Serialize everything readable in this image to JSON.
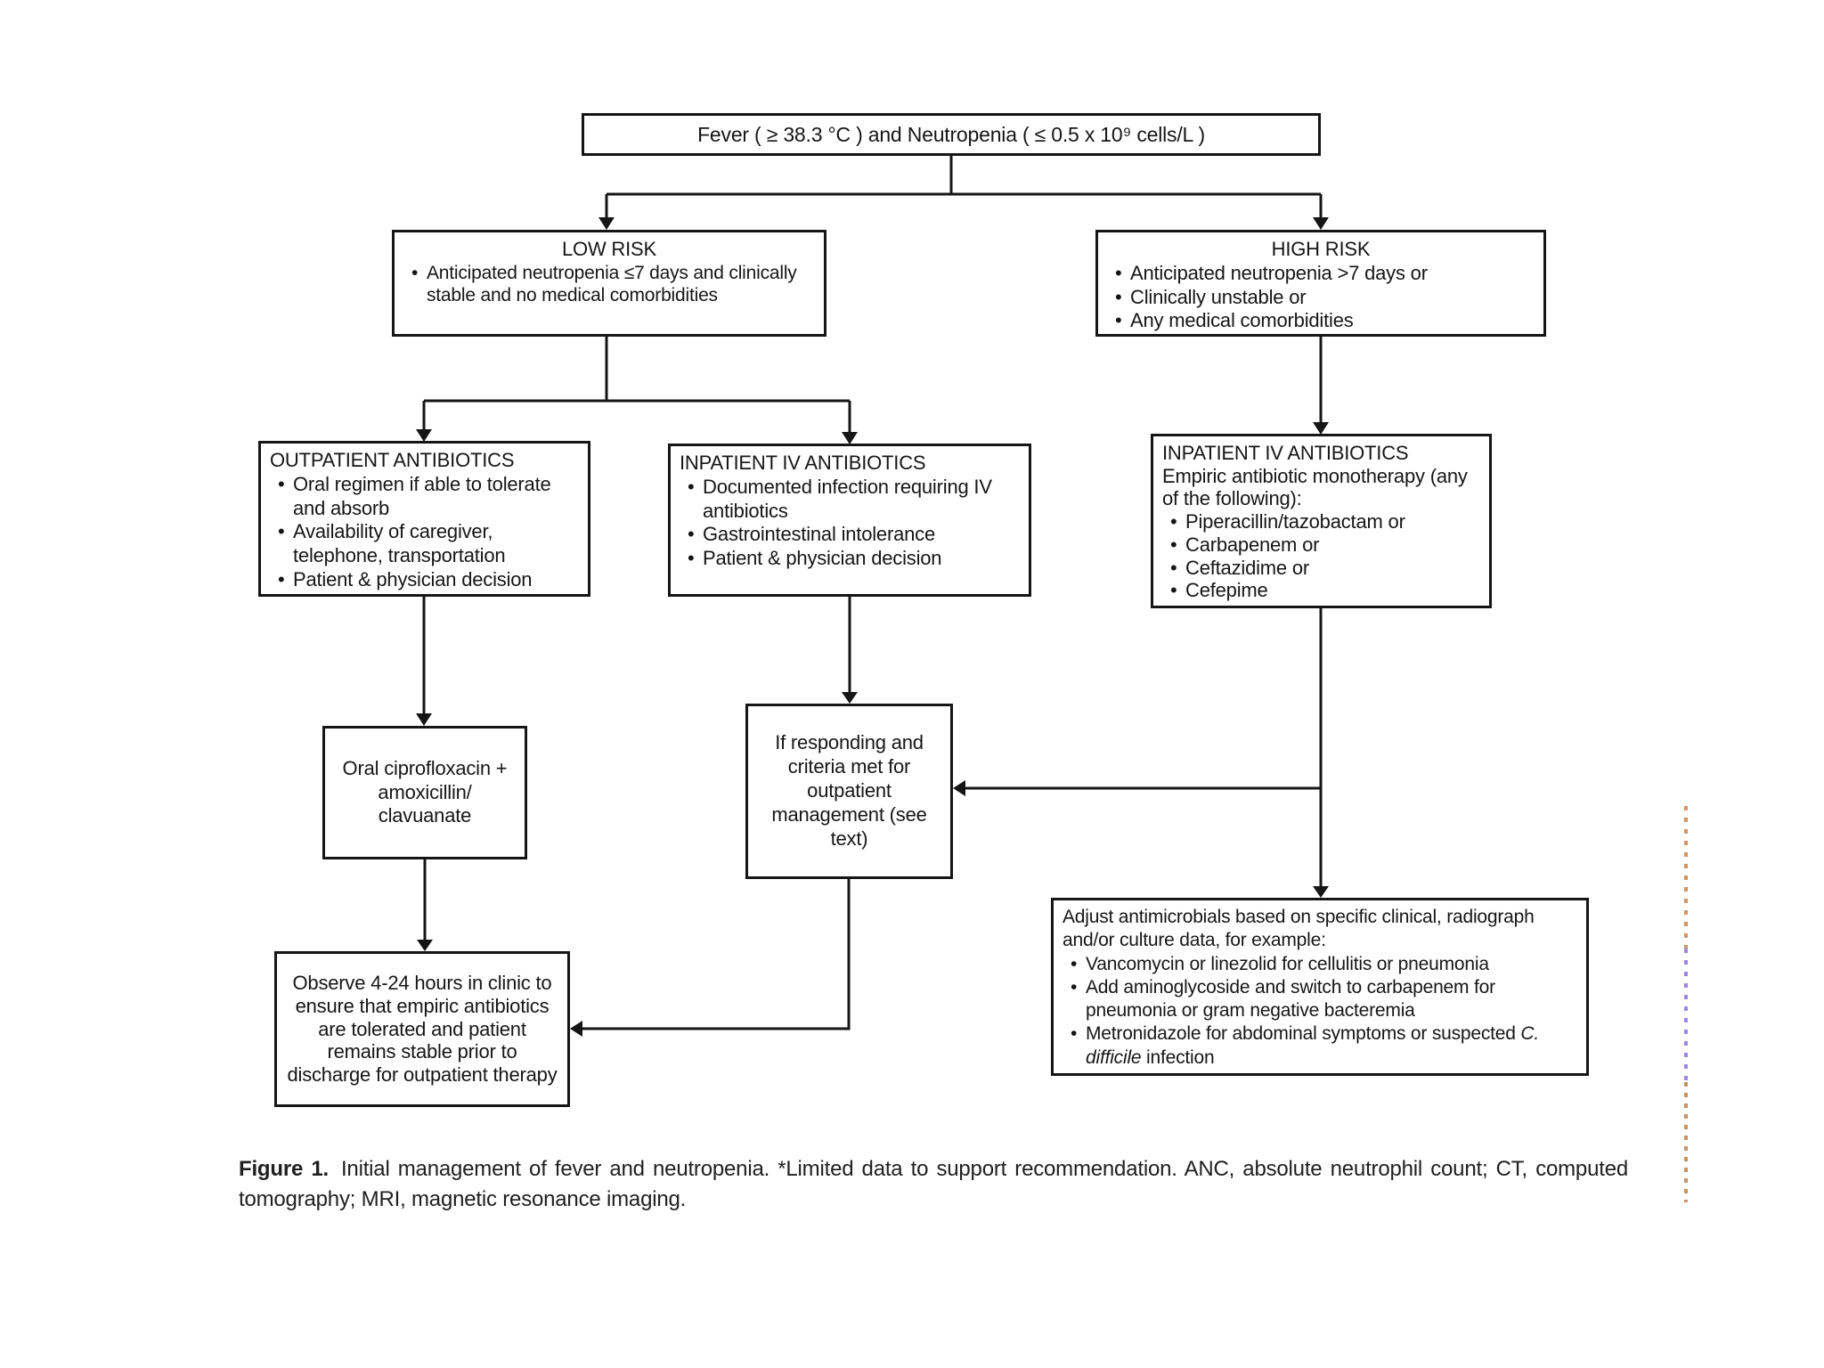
{
  "colors": {
    "ink": "#151515",
    "background": "#ffffff",
    "artifact_orange": "#c2722f",
    "artifact_purple": "#7b5fd8"
  },
  "boxes": {
    "fever": {
      "title": "Fever ( ≥ 38.3 °C ) and Neutropenia ( ≤ 0.5 x 10⁹ cells/L )"
    },
    "low_risk": {
      "title": "LOW RISK",
      "bullets": [
        "Anticipated neutropenia ≤7 days and clinically stable and no medical comorbidities"
      ]
    },
    "high_risk": {
      "title": "HIGH RISK",
      "bullets": [
        "Anticipated neutropenia >7 days or",
        "Clinically unstable or",
        "Any medical comorbidities"
      ]
    },
    "outpatient": {
      "title": "OUTPATIENT ANTIBIOTICS",
      "bullets": [
        "Oral regimen if able to tolerate and absorb",
        "Availability of caregiver, telephone, transportation",
        "Patient & physician decision"
      ]
    },
    "inpatient_low": {
      "title": "INPATIENT IV ANTIBIOTICS",
      "bullets": [
        "Documented infection requiring IV antibiotics",
        "Gastrointestinal intolerance",
        "Patient & physician decision"
      ]
    },
    "inpatient_high": {
      "title": "INPATIENT IV ANTIBIOTICS",
      "subtitle": "Empiric antibiotic monotherapy (any of the following):",
      "bullets": [
        "Piperacillin/tazobactam or",
        "Carbapenem or",
        "Ceftazidime or",
        "Cefepime"
      ]
    },
    "oral_cipro": {
      "text": "Oral ciprofloxacin + amoxicillin/ clavuanate"
    },
    "if_responding": {
      "text": "If responding and criteria met for outpatient management (see text)"
    },
    "observe": {
      "text": "Observe 4-24 hours in clinic to ensure that empiric antibiotics are tolerated and patient remains stable prior to discharge for outpatient therapy"
    },
    "adjust": {
      "intro": "Adjust antimicrobials based on specific clinical, radiograph and/or culture data, for example:",
      "bullets": [
        "Vancomycin or linezolid for cellulitis or pneumonia",
        "Add aminoglycoside and switch to carbapenem for pneumonia or gram negative bacteremia"
      ],
      "metronidazole": {
        "pre": "Metronidazole for abdominal symptoms or suspected ",
        "italic": "C. difficile",
        "post": " infection"
      }
    }
  },
  "caption": {
    "label": "Figure 1.",
    "text": "Initial management of fever and neutropenia. *Limited data to support recommendation. ANC, absolute neutrophil count; CT, computed tomography; MRI, magnetic resonance imaging."
  }
}
